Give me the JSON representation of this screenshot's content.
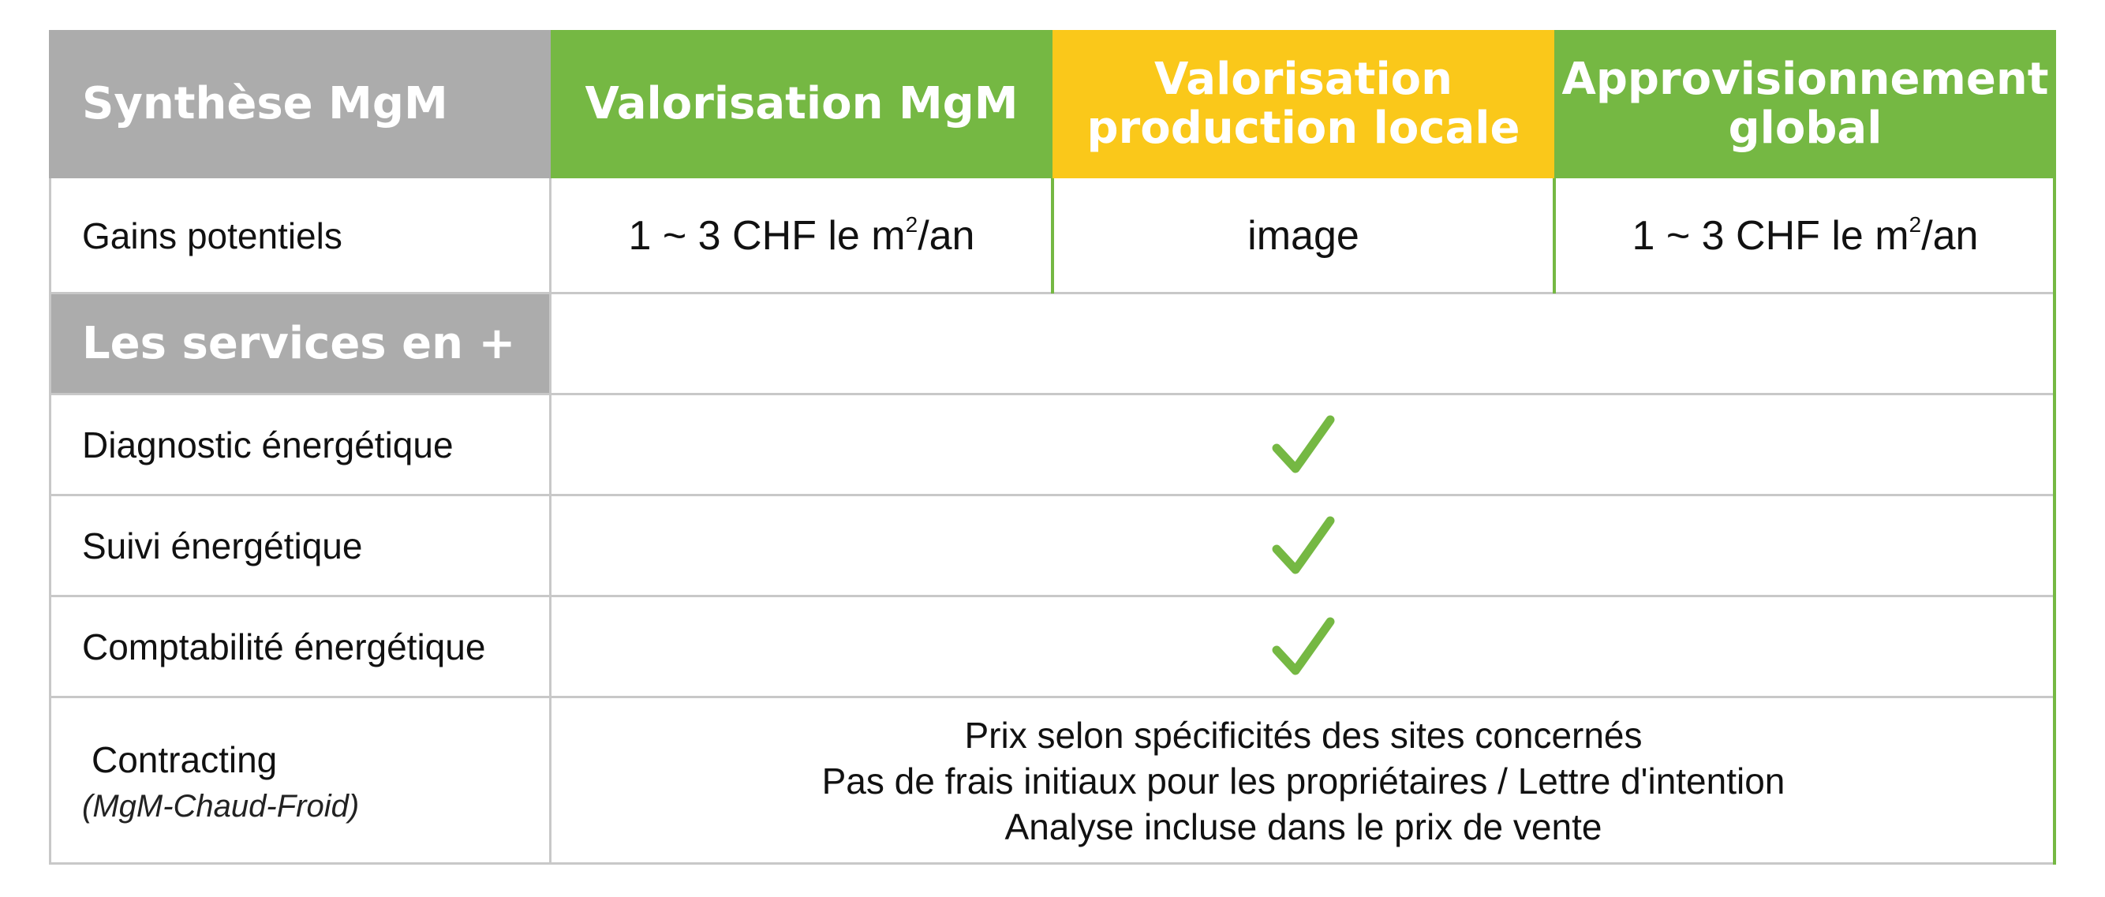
{
  "header": {
    "corner": "Synthèse MgM",
    "columns": [
      {
        "label": "Valorisation MgM",
        "color": "#75b843"
      },
      {
        "label_lines": [
          "Valorisation",
          "production locale"
        ],
        "color": "#fac81a"
      },
      {
        "label_lines": [
          "Approvisionnement",
          "global"
        ],
        "color": "#75b843"
      }
    ]
  },
  "gains": {
    "label": "Gains potentiels",
    "values": [
      {
        "main": "1 ~ 3 CHF le m",
        "sup": "2",
        "suffix": "/an"
      },
      {
        "main": "image"
      },
      {
        "main": "1 ~ 3 CHF le m",
        "sup": "2",
        "suffix": "/an"
      }
    ]
  },
  "services": {
    "title": "Les services en +",
    "rows": [
      {
        "label": "Diagnostic énergétique",
        "check": true
      },
      {
        "label": "Suivi énergétique",
        "check": true
      },
      {
        "label": "Comptabilité énergétique",
        "check": true
      }
    ]
  },
  "contracting": {
    "label": "Contracting",
    "note": "(MgM-Chaud-Froid)",
    "lines": [
      "Prix selon spécificités des sites concernés",
      "Pas de frais initiaux pour les propriétaires / Lettre d'intention",
      "Analyse incluse dans le prix de vente"
    ]
  },
  "colors": {
    "gray": "#acacac",
    "green": "#75b843",
    "yellow": "#fac81a",
    "check": "#75b843"
  }
}
